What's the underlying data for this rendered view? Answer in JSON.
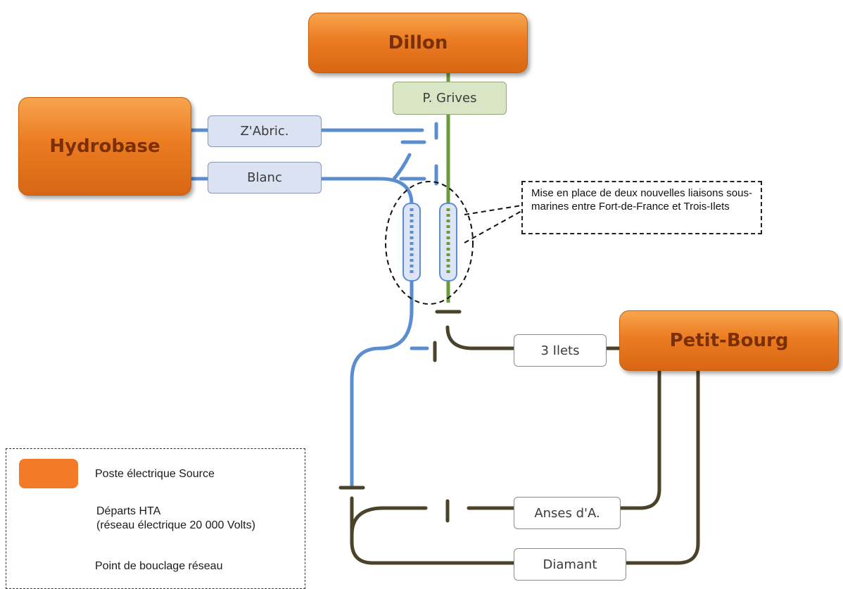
{
  "sources": {
    "dillon": "Dillon",
    "hydrobase": "Hydrobase",
    "petit_bourg": "Petit-Bourg"
  },
  "feeders": {
    "p_grives": "P. Grives",
    "zabric": "Z'Abric.",
    "blanc": "Blanc",
    "trois_ilets": "3 Ilets",
    "anses": "Anses d'A.",
    "diamant": "Diamant"
  },
  "annotation": "Mise en place de deux nouvelles liaisons sous-marines entre Fort-de-France et Trois-Ilets",
  "legend": {
    "source_label": "Poste électrique Source",
    "hta_label": "Départs HTA",
    "hta_sublabel": "(réseau électrique 20 000 Volts)",
    "loop_label": "Point de bouclage réseau"
  },
  "colors": {
    "source_orange": "#ec7c22",
    "line_blue": "#5b8ed1",
    "line_green": "#6b9b3a",
    "line_dark": "#4a4229"
  }
}
